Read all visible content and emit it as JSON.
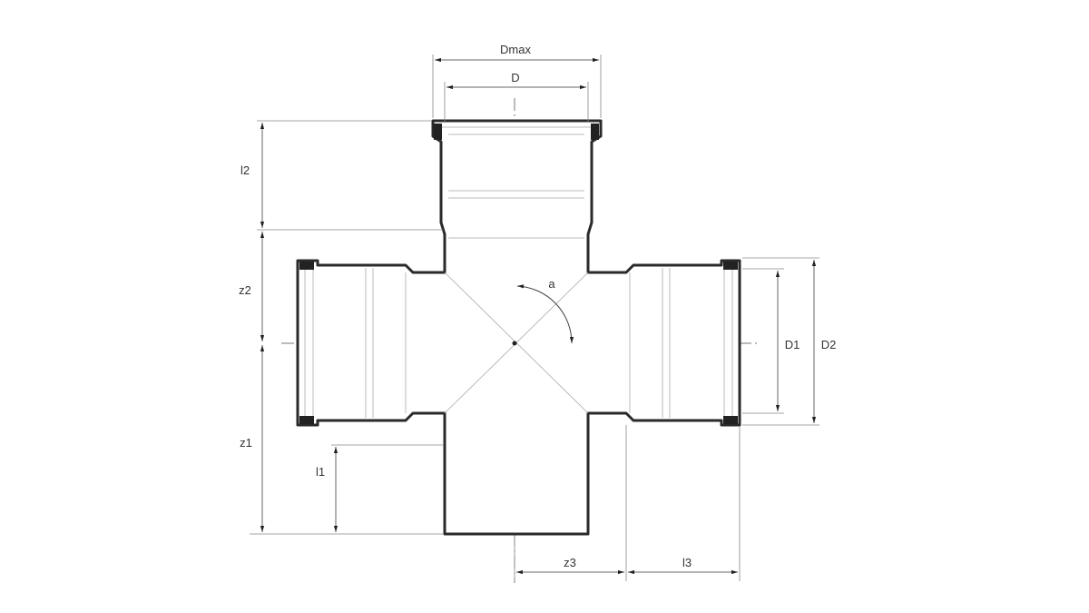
{
  "drawing": {
    "title": "Cross fitting (double socket tee) dimension drawing",
    "labels": {
      "dmax": "Dmax",
      "d": "D",
      "l2": "l2",
      "z2": "z2",
      "z1": "z1",
      "l1": "l1",
      "angle": "a",
      "d1": "D1",
      "d2": "D2",
      "z3": "z3",
      "l3": "l3"
    }
  }
}
